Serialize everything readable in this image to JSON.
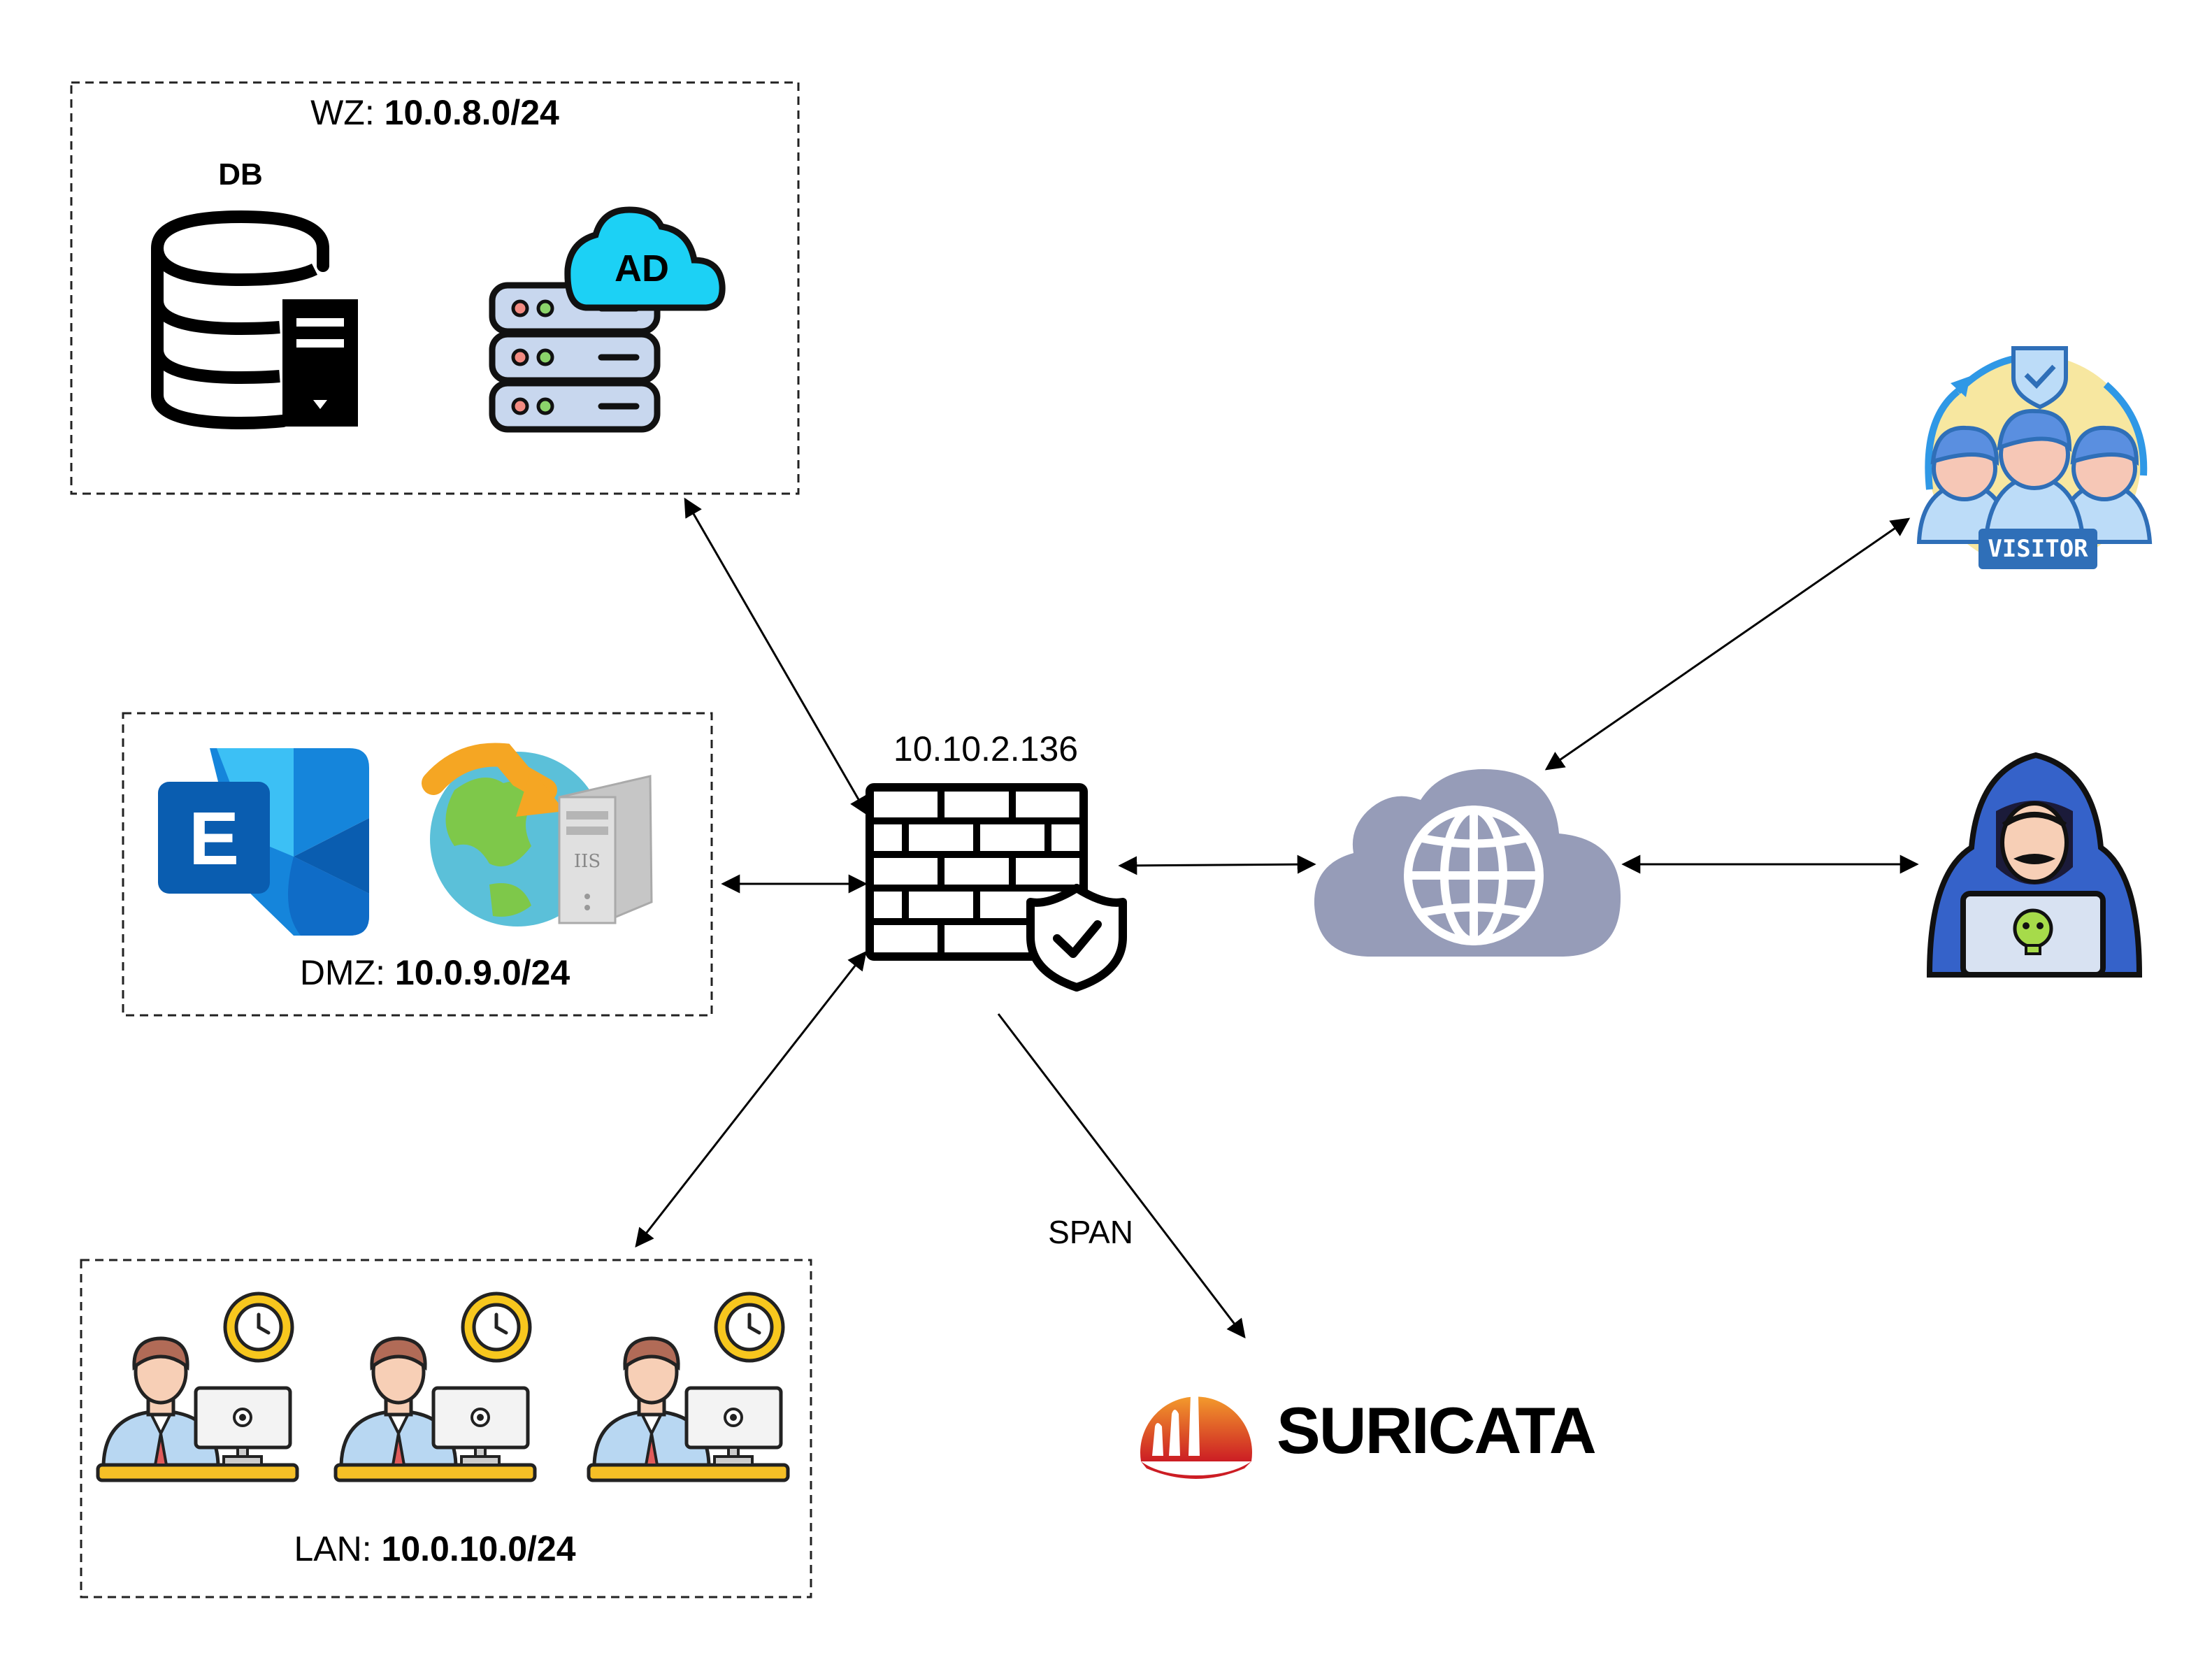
{
  "zones": {
    "wz": {
      "prefix": "WZ: ",
      "subnet": "10.0.8.0/24"
    },
    "dmz": {
      "prefix": "DMZ: ",
      "subnet": "10.0.9.0/24"
    },
    "lan": {
      "prefix": "LAN: ",
      "subnet": "10.0.10.0/24"
    }
  },
  "wz_items": {
    "db_label": "DB",
    "ad_label": "AD"
  },
  "dmz_items": {
    "exchange_letter": "E",
    "iis_label": "IIS"
  },
  "firewall": {
    "ip": "10.10.2.136"
  },
  "span": {
    "label": "SPAN"
  },
  "suricata": {
    "name": "SURICATA"
  },
  "visitor": {
    "badge": "VISITOR"
  },
  "colors": {
    "line": "#000000",
    "cloud": "#969cb8",
    "ad_cloud": "#1cd1f5",
    "exchange_dark": "#0a5db0",
    "exchange_light": "#2aa0ea",
    "hacker_hood": "#3562c9",
    "suricata_orange": "#e8612a",
    "clock_yellow": "#f7c71e"
  }
}
